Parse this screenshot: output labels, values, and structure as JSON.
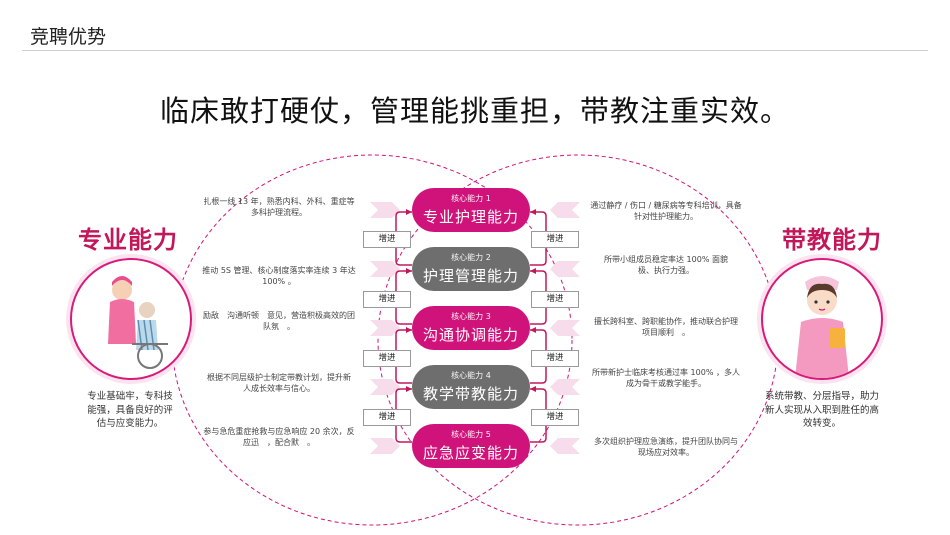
{
  "header": {
    "section_title": "竞聘优势",
    "headline": "临床敢打硬仗，管理能挑重担，带教注重实效。"
  },
  "left": {
    "title": "专业能力",
    "desc_lines": [
      "专业基础牢，专科技",
      "能强，具备良好的评",
      "估与应变能力。"
    ],
    "notes": [
      [
        "扎根一线 13 年，熟悉内科、外科、重症等",
        "多科护理流程。"
      ],
      [
        "推动 5S 管理、核心制度落实率连续 3 年达",
        "100% 。"
      ],
      [
        "励敌　沟通听顿　意见，营造积极高效的团",
        "队氛　。"
      ],
      [
        "根据不同层级护士制定带教计划，提升新",
        "人成长效率与信心。"
      ],
      [
        "参与急危重症抢救与应急响应 20 余次，反",
        "应迅　，配合默　。"
      ]
    ]
  },
  "right": {
    "title": "带教能力",
    "desc_lines": [
      "系统带教、分层指导，助力",
      "新人实现从入职到胜任的高",
      "效转变。"
    ],
    "notes": [
      [
        "通过静疗 / 伤口 / 糖尿病等专科培训，具备",
        "针对性护理能力。"
      ],
      [
        "所带小组成员稳定率达 100% 面貌",
        "极、执行力强。"
      ],
      [
        "擅长跨科室、跨职能协作，推动联合护理",
        "项目顺利　。"
      ],
      [
        "所带新护士临床考核通过率 100% ，多人",
        "成为骨干或教学能手。"
      ],
      [
        "多次组织护理应急演练，提升团队协同与",
        "现场应对效率。"
      ]
    ]
  },
  "abilities": [
    {
      "sub": "核心能力 1",
      "name": "专业护理能力",
      "style": "pink"
    },
    {
      "sub": "核心能力 2",
      "name": "护理管理能力",
      "style": "gray"
    },
    {
      "sub": "核心能力 3",
      "name": "沟通协调能力",
      "style": "pink"
    },
    {
      "sub": "核心能力 4",
      "name": "教学带教能力",
      "style": "gray"
    },
    {
      "sub": "核心能力 5",
      "name": "应急应变能力",
      "style": "pink"
    }
  ],
  "connector_label": "增进",
  "colors": {
    "accent": "#d0137a",
    "gray": "#6e6e6e",
    "soft_pink": "#f7dceb"
  }
}
